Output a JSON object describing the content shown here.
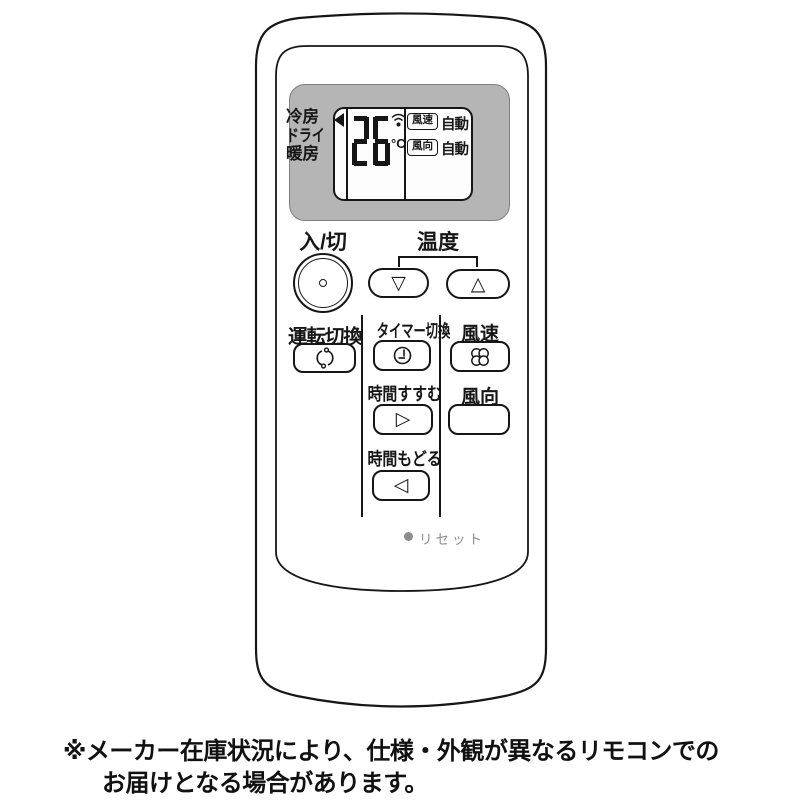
{
  "remote": {
    "display": {
      "mode_labels": [
        "冷房",
        "ドライ",
        "暖房"
      ],
      "active_mode": "冷房",
      "temperature": "26",
      "temperature_unit": "°C",
      "fan_speed_label": "風速",
      "fan_speed_value": "自動",
      "fan_direction_label": "風向",
      "fan_direction_value": "自動"
    },
    "buttons": {
      "power_label": "入/切",
      "temp_label": "温度",
      "temp_down_glyph": "▽",
      "temp_up_glyph": "△",
      "mode_switch_label": "運転切換",
      "timer_switch_label": "タイマー切換",
      "fan_speed_label": "風速",
      "time_forward_label": "時間すすむ",
      "time_forward_glyph": "▷",
      "fan_direction_label": "風向",
      "time_back_label": "時間もどる",
      "time_back_glyph": "◁",
      "reset_label": "リセット"
    },
    "icons": {
      "mode_switch": "cycle-icon",
      "timer_switch": "clock-icon",
      "fan_speed": "fan-clover-icon",
      "lcd_transmit": "signal-icon"
    }
  },
  "footnote": {
    "line1": "※メーカー在庫状況により、仕様・外観が異なるリモコンでの",
    "line2": "お届けとなる場合があります。"
  },
  "colors": {
    "bezel_gray": "#b5b5b5",
    "line_black": "#161616",
    "reset_gray": "#8c8c8c"
  }
}
